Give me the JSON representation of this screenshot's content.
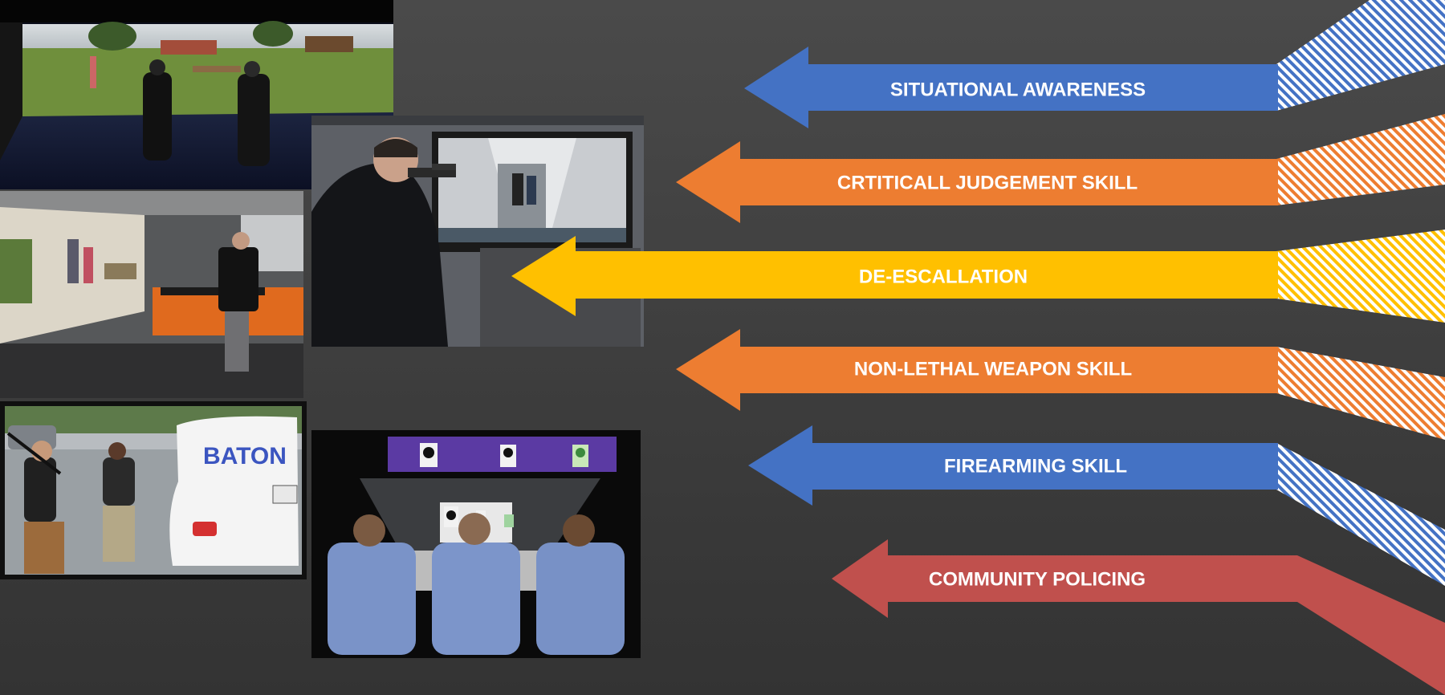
{
  "colors": {
    "background": "#454545",
    "blue": "#4472C4",
    "orange": "#ED7D31",
    "yellow": "#FFC000",
    "red": "#C0504D",
    "label_text": "#FFFFFF"
  },
  "skills": [
    {
      "label": "SITUATIONAL AWARENESS",
      "color": "blue"
    },
    {
      "label": "CRTITICALL JUDGEMENT SKILL",
      "color": "orange"
    },
    {
      "label": "DE-ESCALLATION",
      "color": "yellow"
    },
    {
      "label": "NON-LETHAL WEAPON SKILL",
      "color": "orange"
    },
    {
      "label": "FIREARMING SKILL",
      "color": "blue"
    },
    {
      "label": "COMMUNITY POLICING",
      "color": "red"
    }
  ],
  "photos": [
    {
      "subject": "officers-in-park-simulation-scene"
    },
    {
      "subject": "officer-aiming-rifle-at-hallway-screen"
    },
    {
      "subject": "officer-facing-projected-home-scenario"
    },
    {
      "subject": "baton-training-parking-lot"
    },
    {
      "subject": "indoor-shooting-range-three-officers"
    }
  ],
  "photo_text": {
    "baton_car_label": "BATON"
  }
}
